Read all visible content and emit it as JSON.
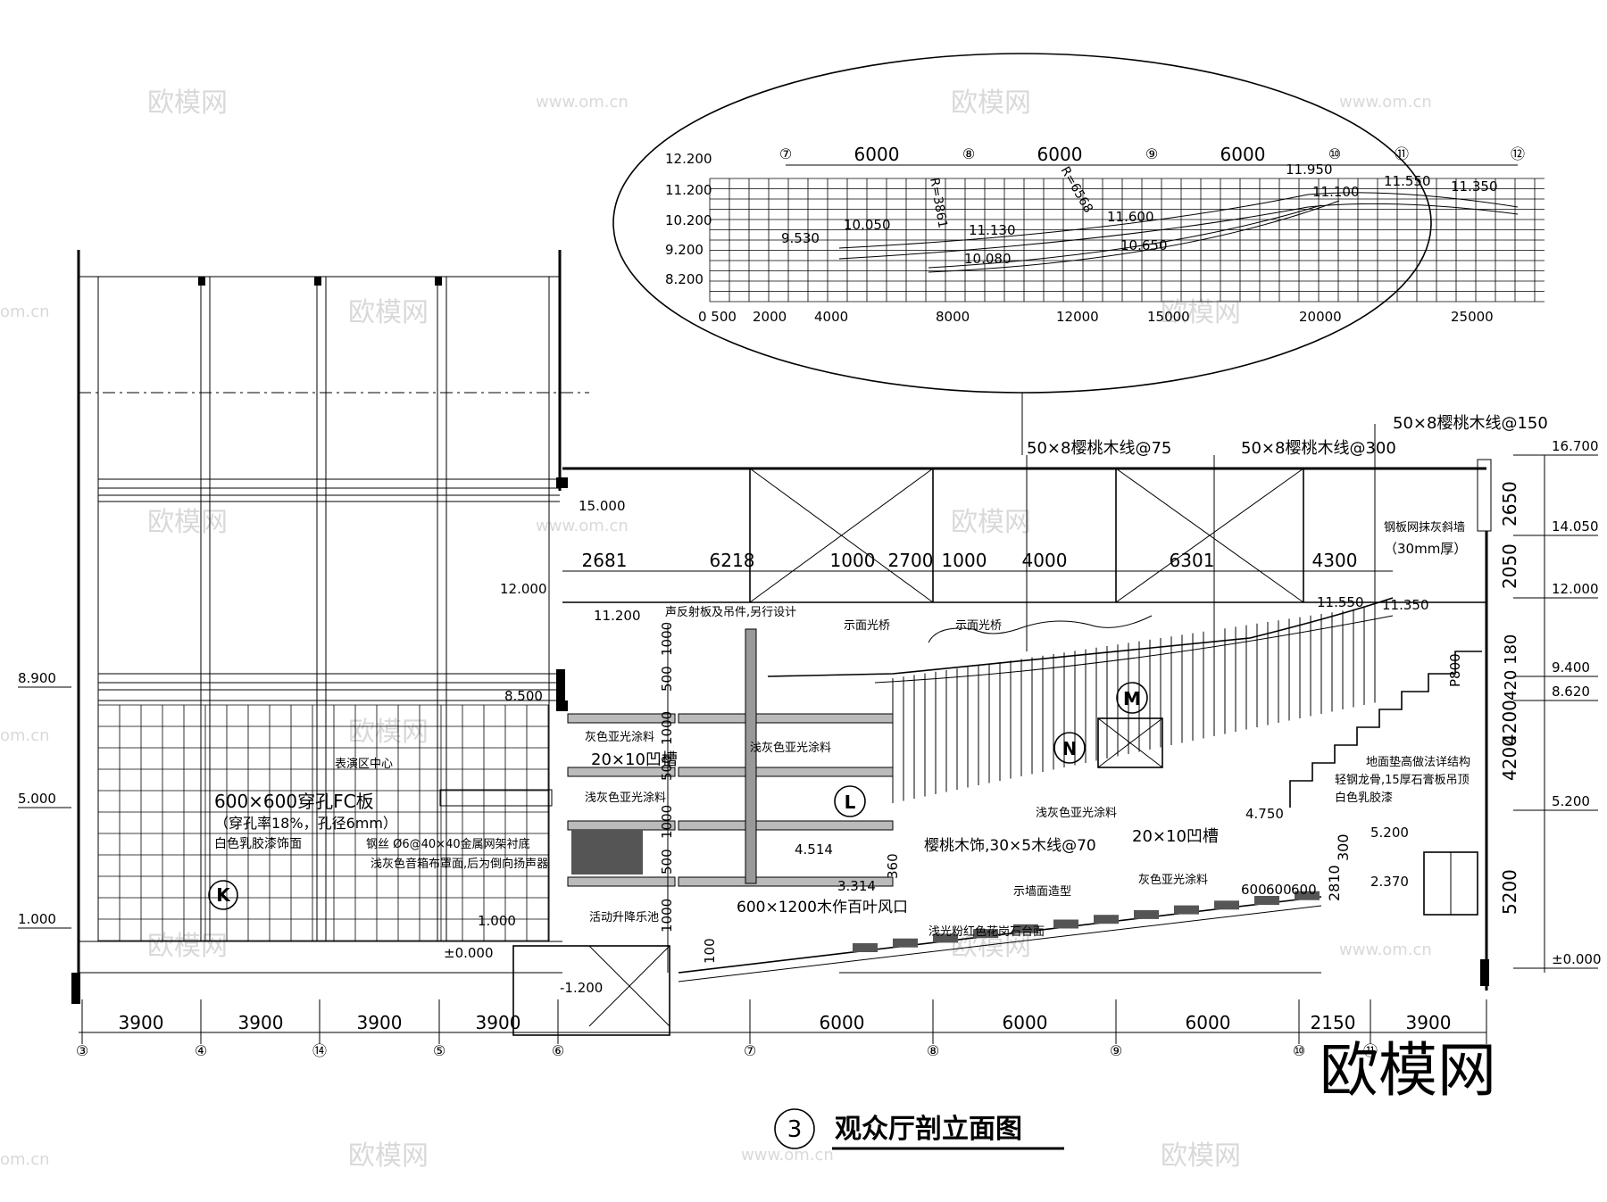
{
  "title": {
    "number": "3",
    "text": "观众厅剖立面图"
  },
  "brand_mark": "欧模网",
  "watermarks": [
    "欧模网",
    "www.om.cn",
    "om.cn"
  ],
  "inset": {
    "elevations": [
      "12.200",
      "11.200",
      "10.200",
      "9.200",
      "8.200"
    ],
    "grid_axes": [
      "⑦",
      "⑧",
      "⑨",
      "⑩",
      "⑪",
      "⑫"
    ],
    "top_dims": [
      "6000",
      "6000",
      "6000"
    ],
    "bottom_scale": [
      "0 500",
      "2000",
      "4000",
      "8000",
      "12000",
      "15000",
      "20000",
      "25000"
    ],
    "annotations": [
      "9.530",
      "10.050",
      "11.130",
      "10.080",
      "11.600",
      "10.650",
      "11.950",
      "11.100",
      "11.550",
      "11.350",
      "R=3861",
      "R=6568"
    ]
  },
  "top_notes": [
    "50×8樱桃木线@75",
    "50×8樱桃木线@300",
    "50×8樱桃木线@150"
  ],
  "right_elevations": [
    "16.700",
    "14.050",
    "12.000",
    "9.400",
    "8.620",
    "5.200",
    "±0.000"
  ],
  "right_dims": [
    "2650",
    "2050",
    "4200",
    "4200",
    "5200",
    "180",
    "420"
  ],
  "left_elevations": [
    "8.900",
    "5.000",
    "1.000"
  ],
  "upper_dims": [
    "2681",
    "6218",
    "1000",
    "2700",
    "1000",
    "4000",
    "6301",
    "4300"
  ],
  "section_levels": [
    "15.000",
    "12.000",
    "11.200",
    "8.500",
    "11.550",
    "11.350",
    "4.514",
    "3.314",
    "4.750",
    "5.200",
    "2.370",
    "1.000",
    "±0.000",
    "-1.200"
  ],
  "notes": [
    "声反射板及吊件,另行设计",
    "示面光桥",
    "示面光桥",
    "钢板网抹灰斜墙",
    "（30mm厚）",
    "灰色亚光涂料",
    "20×10凹槽",
    "浅灰色亚光涂料",
    "浅灰色亚光涂料",
    "浅灰色亚光涂料",
    "表演区中心",
    "600×600穿孔FC板",
    "（穿孔率18%，孔径6mm）",
    "白色乳胶漆饰面",
    "钢丝 Ø6@40×40金属网架衬底",
    "浅灰色音箱布罩面,后为倒向扬声器",
    "活动升降乐池",
    "600×1200木作百叶风口",
    "樱桃木饰,30×5木线@70",
    "20×10凹槽",
    "灰色亚光涂料",
    "示墙面造型",
    "P800",
    "地面垫高做法详结构",
    "轻钢龙骨,15厚石膏板吊顶",
    "白色乳胶漆",
    "浅光粉红色花岗石台面"
  ],
  "left_vertical_dims": [
    "1000",
    "500",
    "1000",
    "500",
    "1000",
    "500",
    "1000",
    "100"
  ],
  "stair_dims": [
    "300",
    "2810",
    "600",
    "600",
    "600",
    "360"
  ],
  "tags": [
    "K",
    "L",
    "M",
    "N"
  ],
  "bottom_dims": [
    "3900",
    "3900",
    "3900",
    "3900",
    "6000",
    "6000",
    "6000",
    "2150",
    "3900"
  ],
  "bottom_axes": [
    "③",
    "④",
    "⑭",
    "⑤",
    "⑥",
    "⑦",
    "⑧",
    "⑨",
    "⑩",
    "⑪"
  ]
}
